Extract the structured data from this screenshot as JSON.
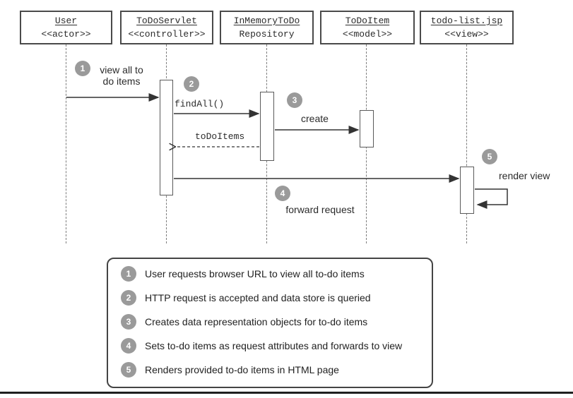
{
  "actors": [
    {
      "name": "User",
      "stereotype": "<<actor>>"
    },
    {
      "name": "ToDoServlet",
      "stereotype": "<<controller>>"
    },
    {
      "name": "InMemoryToDo",
      "stereotype": "Repository"
    },
    {
      "name": "ToDoItem",
      "stereotype": "<<model>>"
    },
    {
      "name": "todo-list.jsp",
      "stereotype": "<<view>>"
    }
  ],
  "messages": {
    "m1": {
      "num": "1",
      "label": "view all to\ndo items"
    },
    "m2": {
      "num": "2",
      "label": "findAll()"
    },
    "m2_return": {
      "label": "toDoItems"
    },
    "m3": {
      "num": "3",
      "label": "create"
    },
    "m4": {
      "num": "4",
      "label": "forward request"
    },
    "m5": {
      "num": "5",
      "label": "render view"
    }
  },
  "legend": [
    {
      "num": "1",
      "text": "User requests browser URL to view all to-do items"
    },
    {
      "num": "2",
      "text": "HTTP request is accepted and data store is queried"
    },
    {
      "num": "3",
      "text": "Creates data representation objects for to-do items"
    },
    {
      "num": "4",
      "text": "Sets to-do items as request attributes and forwards to view"
    },
    {
      "num": "5",
      "text": "Renders provided to-do items in HTML page"
    }
  ],
  "colors": {
    "badge": "#9a9a9a",
    "line": "#333333",
    "box_border": "#4a4a4a"
  }
}
